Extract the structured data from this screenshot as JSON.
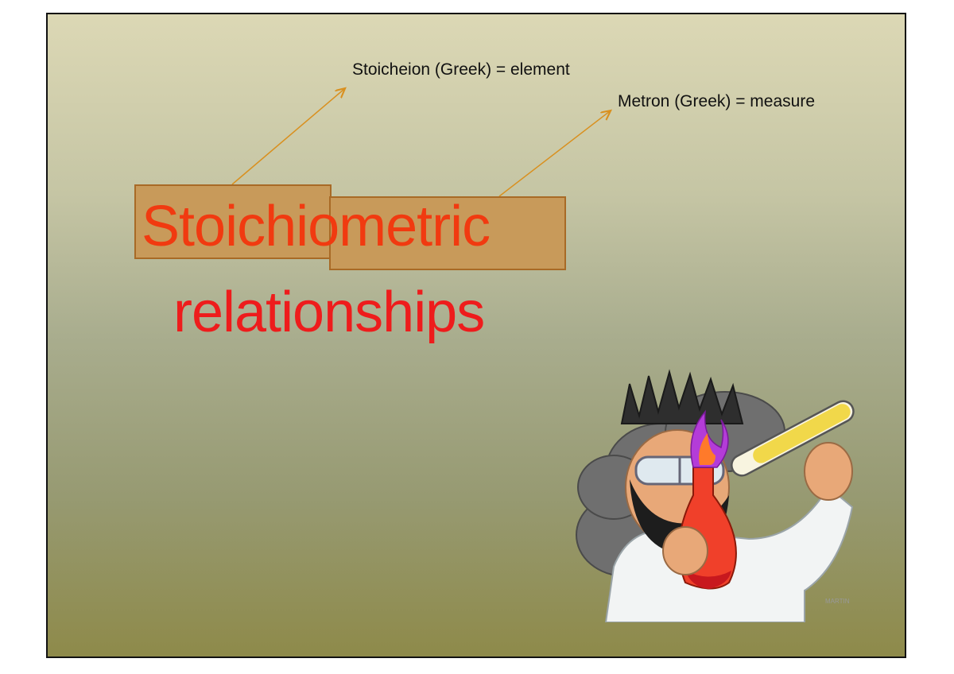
{
  "slide": {
    "note_1": "Stoicheion (Greek) =  element",
    "note_2": "Metron (Greek) =  measure",
    "title_part_1": "Stoichiometric",
    "title_part_2": "relationships",
    "clipart_credit": "MARTIN"
  },
  "colors": {
    "title_orange": "#f13a10",
    "title_red": "#ee1c1c",
    "box_fill": "#c89a5a",
    "arrow": "#d9901f"
  }
}
